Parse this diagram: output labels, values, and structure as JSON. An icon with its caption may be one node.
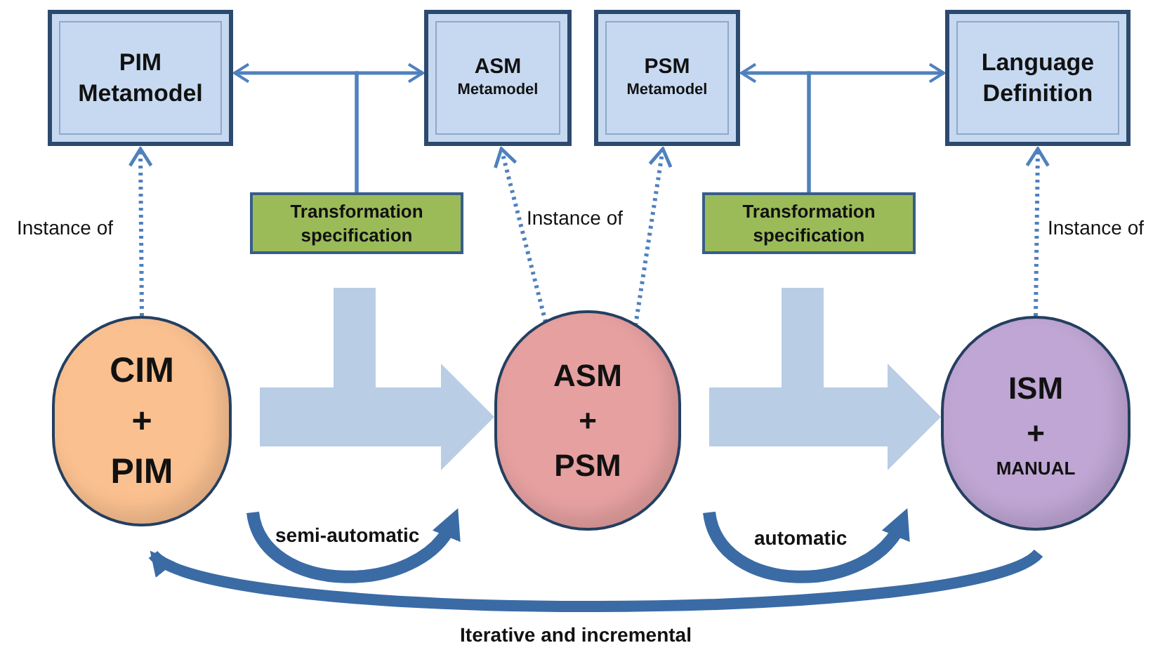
{
  "diagram": {
    "nodes": [
      {
        "text": [
          "PIM Metamodel"
        ]
      },
      {
        "text": [
          "ASM",
          "Metamodel"
        ]
      },
      {
        "text": [
          "PSM",
          "Metamodel"
        ]
      },
      {
        "text": [
          "Language Definition"
        ]
      },
      {
        "text": [
          "Transformation specification"
        ]
      },
      {
        "text": [
          "Transformation specification"
        ]
      },
      {
        "text": [
          "CIM + PIM"
        ]
      },
      {
        "text": [
          "ASM + PSM"
        ]
      },
      {
        "text": [
          "ISM +",
          "MANUAL"
        ]
      }
    ],
    "edges": [
      {
        "from": 6,
        "to": 0,
        "arrow": "to",
        "style": "dashed",
        "label": "Instance of"
      },
      {
        "from": 7,
        "to": 1,
        "arrow": "to",
        "style": "dashed"
      },
      {
        "from": 7,
        "to": 2,
        "arrow": "to",
        "style": "dashed"
      },
      {
        "from": 8,
        "to": 3,
        "arrow": "to",
        "style": "dashed",
        "label": "Instance of"
      },
      {
        "from": 4,
        "to": 0,
        "arrow": "to"
      },
      {
        "from": 4,
        "to": 1,
        "arrow": "to"
      },
      {
        "from": 5,
        "to": 2,
        "arrow": "to"
      },
      {
        "from": 5,
        "to": 3,
        "arrow": "to"
      },
      {
        "from": 6,
        "to": 7,
        "arrow": "to",
        "style": "thick",
        "color": "#b9cde5"
      },
      {
        "from": 7,
        "to": 8,
        "arrow": "to",
        "style": "thick",
        "color": "#b9cde5"
      },
      {
        "from": 8,
        "to": 6,
        "arrow": "to",
        "style": "thick",
        "color": "#3a6ba5",
        "label": "Iterative and incremental"
      }
    ],
    "labels": [
      "Instance of",
      "semi-automatic",
      "automatic"
    ]
  }
}
